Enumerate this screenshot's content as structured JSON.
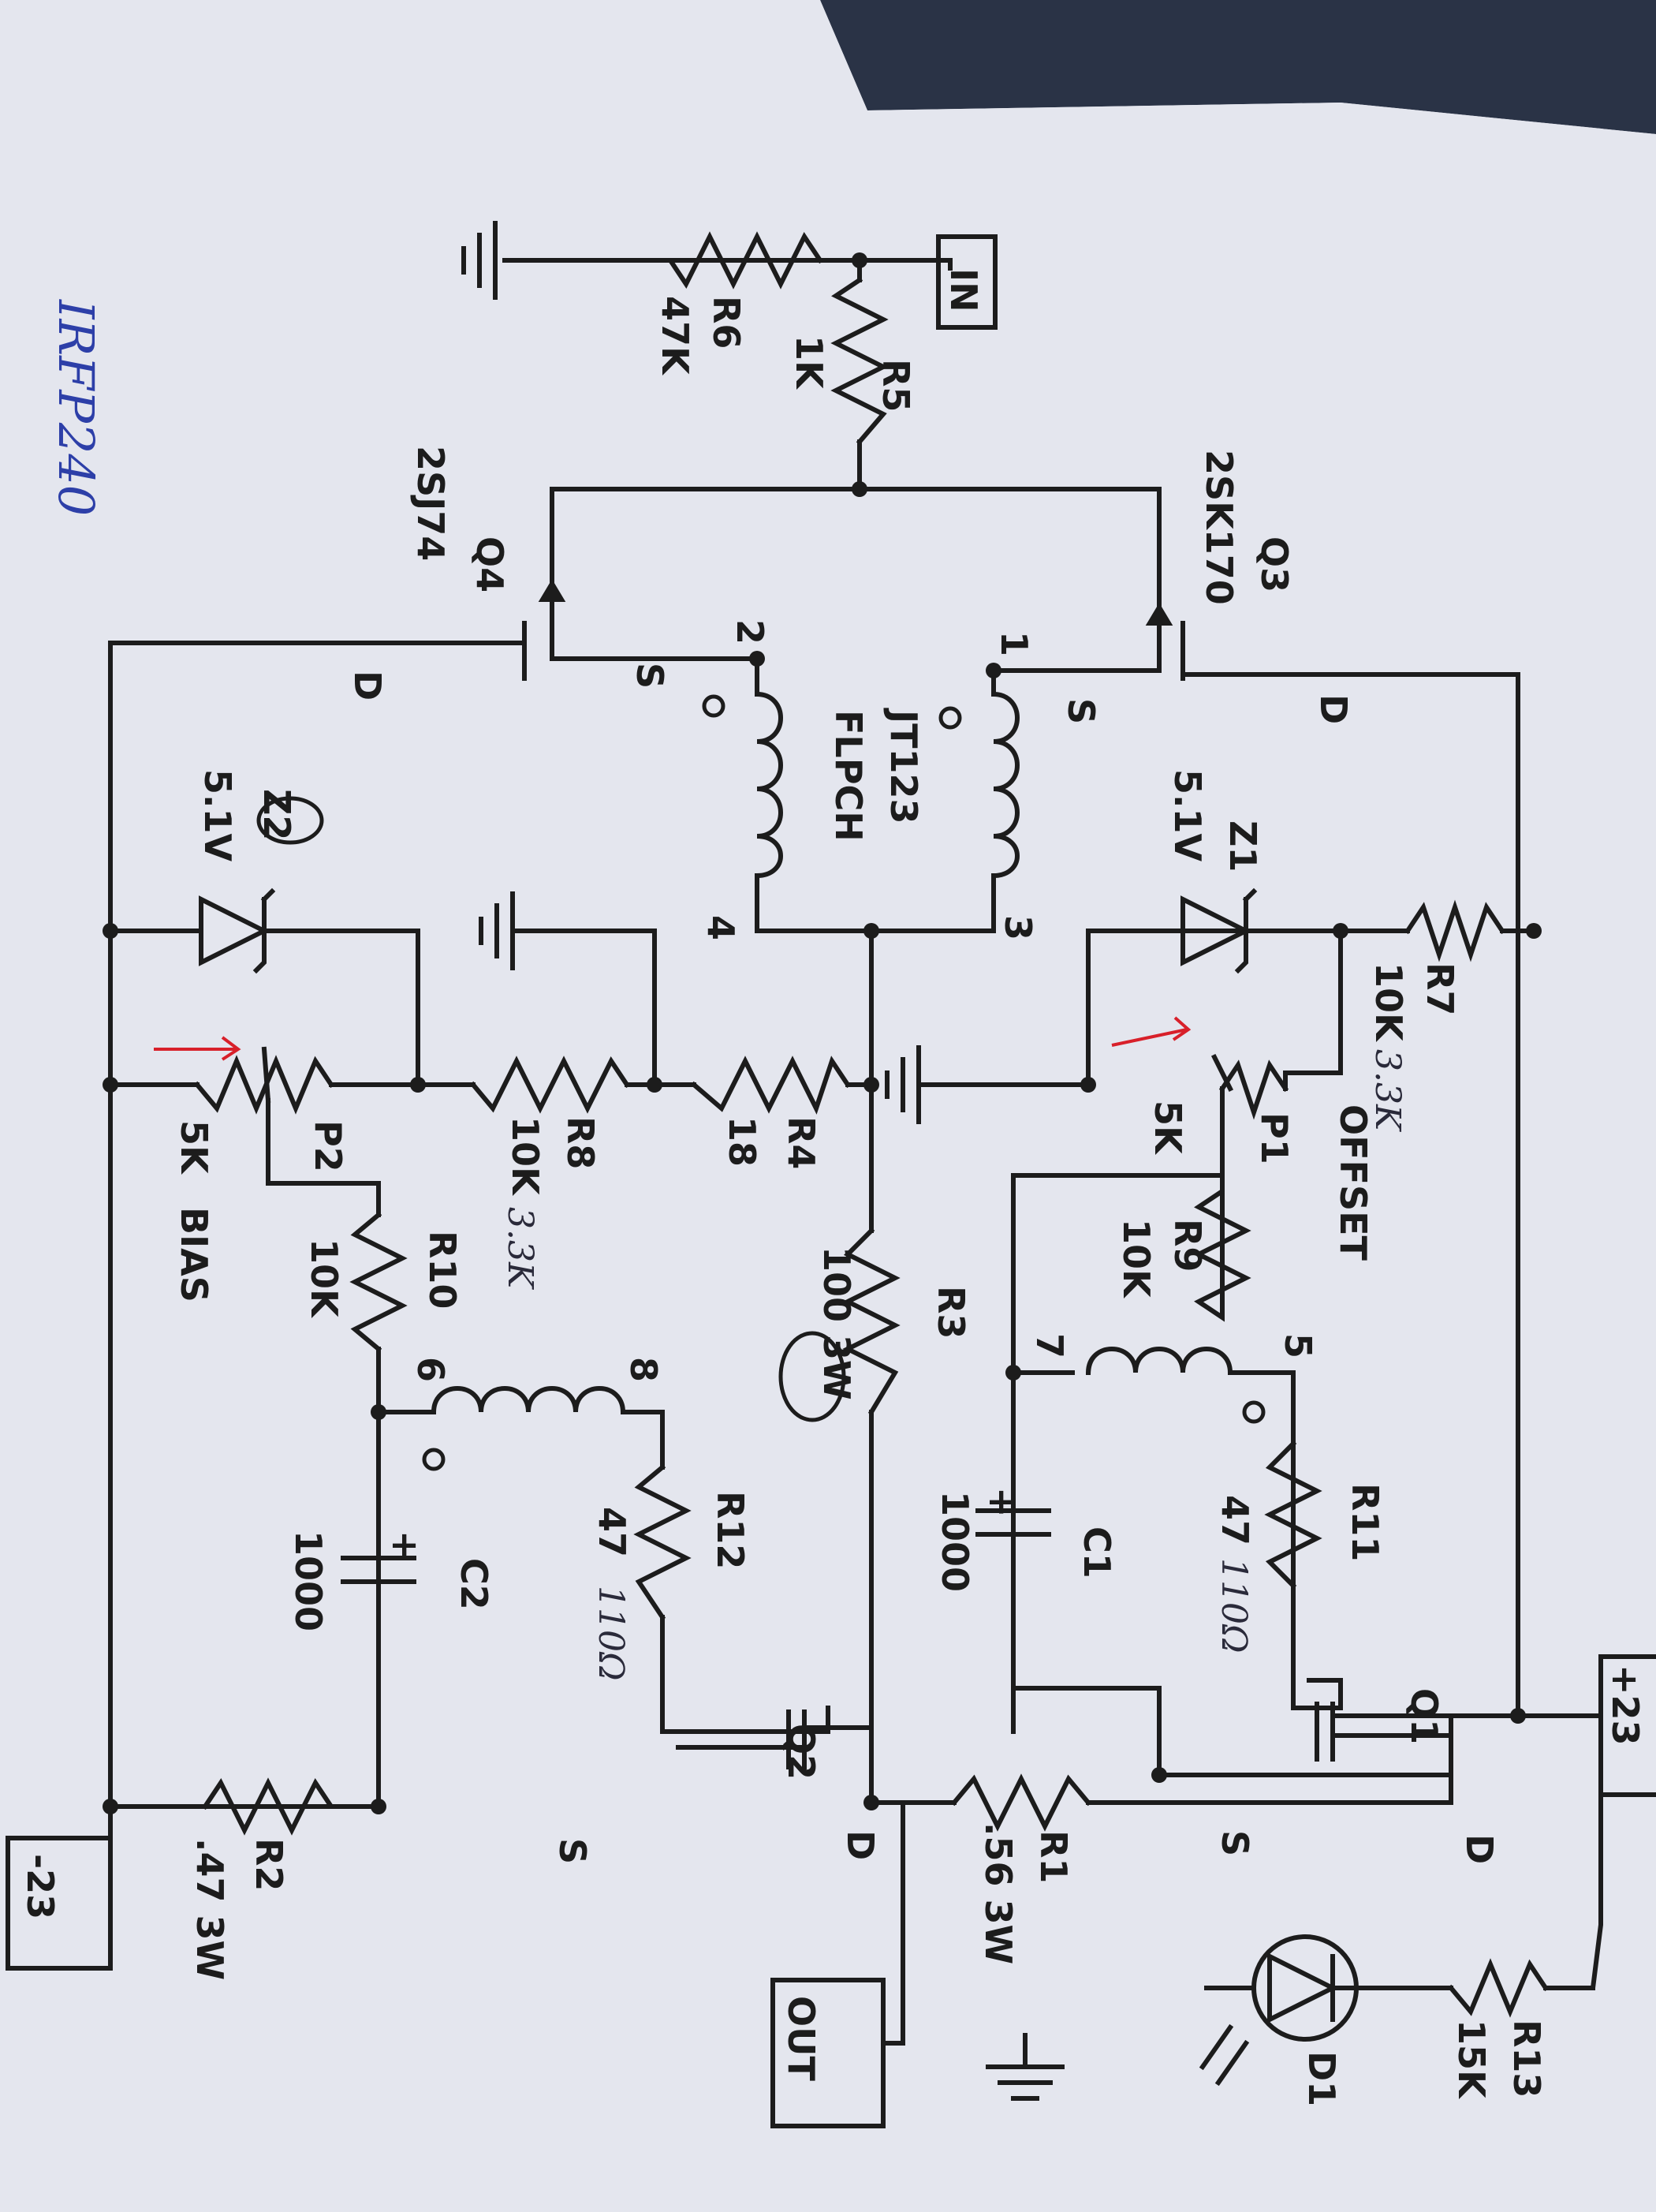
{
  "note_top_left": "IRFP240",
  "terminals": {
    "in": "IN",
    "out": "OUT",
    "pos": "+23",
    "neg": "-23"
  },
  "transistors": {
    "q1": {
      "ref": "Q1",
      "d": "D",
      "s": "S"
    },
    "q2": {
      "ref": "Q2",
      "d": "D",
      "s": "S"
    },
    "q3": {
      "ref": "Q3",
      "part": "2SK170",
      "d": "D",
      "s": "S"
    },
    "q4": {
      "ref": "Q4",
      "part": "2SJ74",
      "d": "D",
      "s": "S"
    }
  },
  "transformer": {
    "line1": "JT123",
    "line2": "FLPCH",
    "pins": [
      "1",
      "2",
      "3",
      "4"
    ]
  },
  "coil_b": {
    "pins": [
      "5",
      "7"
    ]
  },
  "coil_c": {
    "pins": [
      "6",
      "8"
    ]
  },
  "resistors": {
    "r1": {
      "ref": "R1",
      "value": ".56 3W"
    },
    "r2": {
      "ref": "R2",
      "value": ".47 3W"
    },
    "r3": {
      "ref": "R3",
      "value": "100 3W"
    },
    "r4": {
      "ref": "R4",
      "value": "18"
    },
    "r5": {
      "ref": "R5",
      "value": "1K"
    },
    "r6": {
      "ref": "R6",
      "value": "47K"
    },
    "r7": {
      "ref": "R7",
      "value": "10K",
      "note": "3.3K"
    },
    "r8": {
      "ref": "R8",
      "value": "10K",
      "note": "3.3K"
    },
    "r9": {
      "ref": "R9",
      "value": "10K"
    },
    "r10": {
      "ref": "R10",
      "value": "10K"
    },
    "r11": {
      "ref": "R11",
      "value": "47",
      "note": "110Ω"
    },
    "r12": {
      "ref": "R12",
      "value": "47",
      "note": "110Ω"
    },
    "r13": {
      "ref": "R13",
      "value": "15K"
    }
  },
  "pots": {
    "p1": {
      "ref": "P1",
      "value": "5K",
      "label": "OFFSET"
    },
    "p2": {
      "ref": "P2",
      "value": "5K",
      "label": "BIAS"
    }
  },
  "zeners": {
    "z1": {
      "ref": "Z1",
      "value": "5.1V"
    },
    "z2": {
      "ref": "Z2",
      "value": "5.1V"
    }
  },
  "caps": {
    "c1": {
      "ref": "C1",
      "value": "1000",
      "polarity": "+"
    },
    "c2": {
      "ref": "C2",
      "value": "1000",
      "polarity": "+"
    }
  },
  "led": {
    "ref": "D1"
  },
  "colors": {
    "paper": "#e4e6ee",
    "ink": "#1c1c1c",
    "pen_blue": "#2d3fa8",
    "pen_red": "#d8202a",
    "background": "#2a3346"
  }
}
